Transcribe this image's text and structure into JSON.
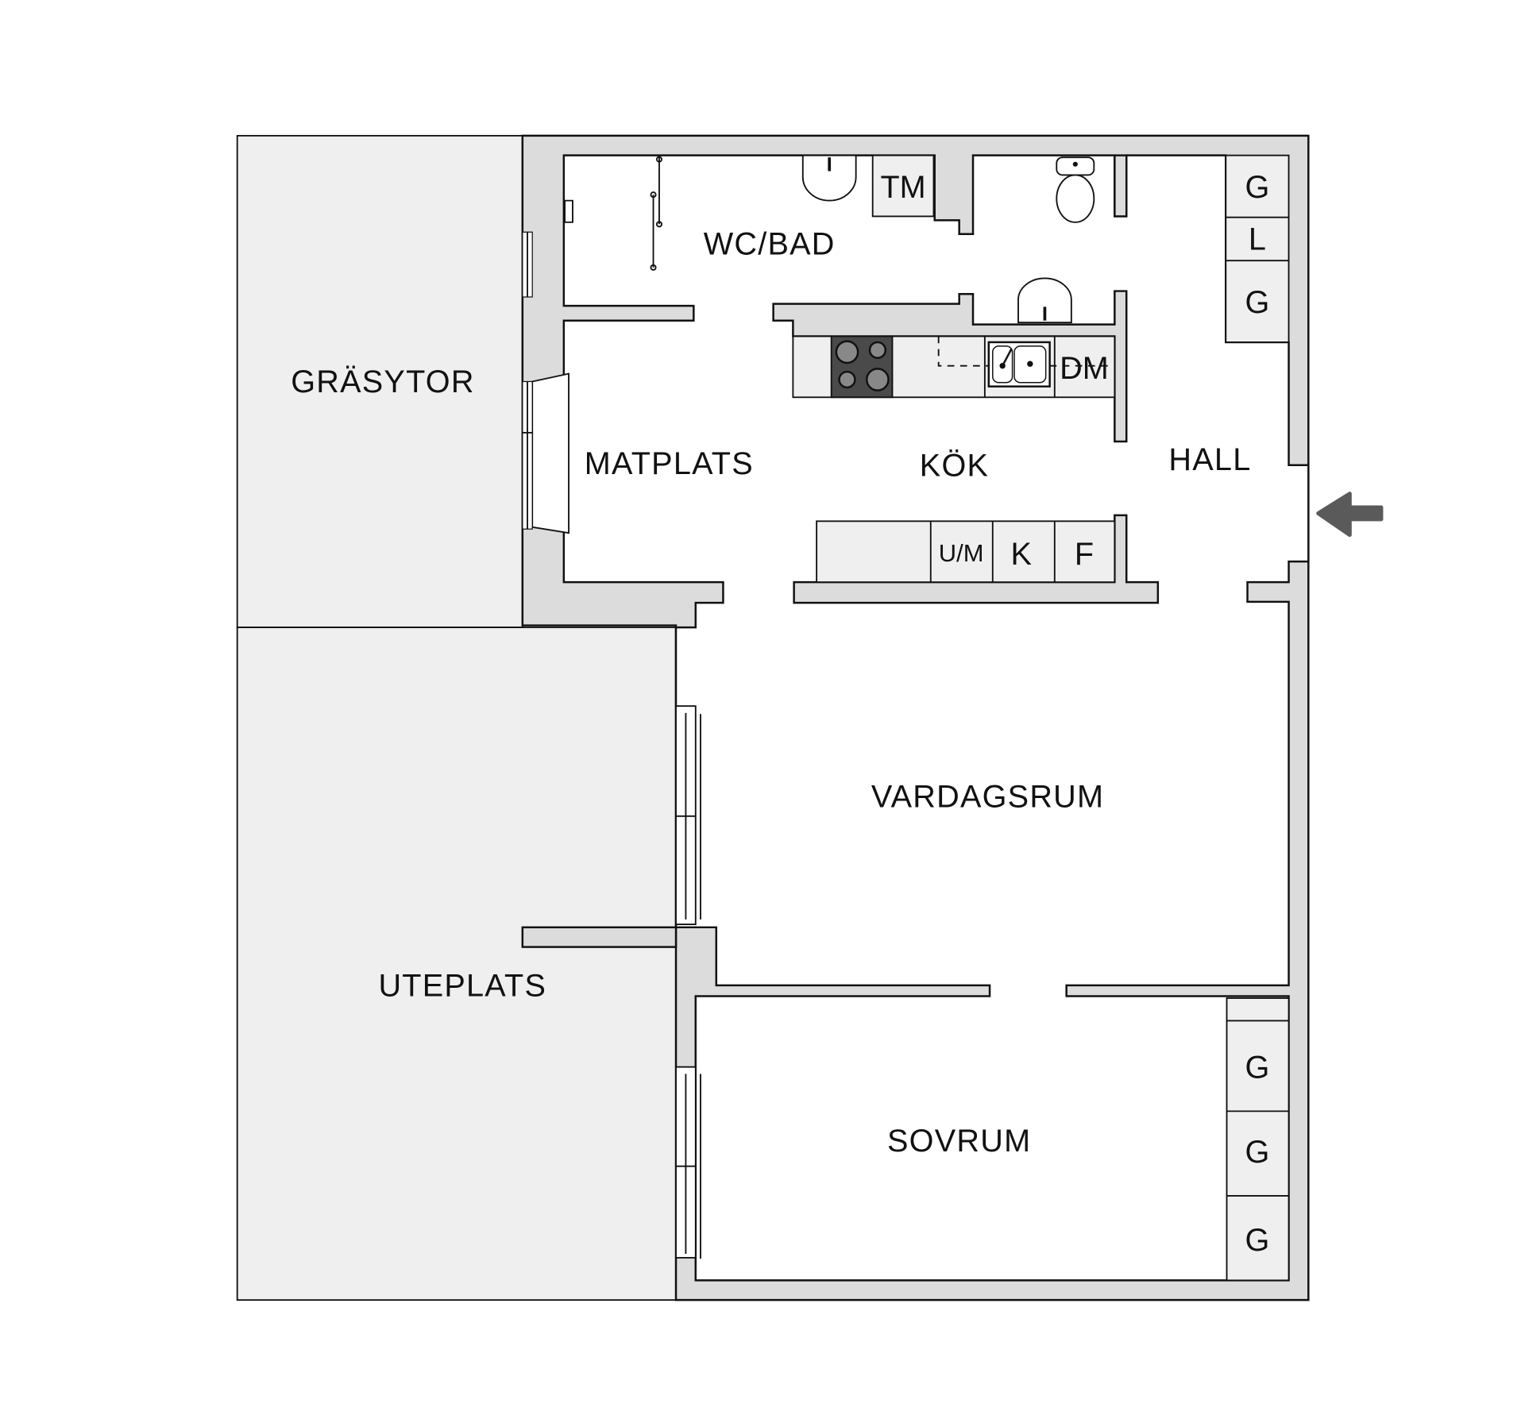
{
  "plan": {
    "rooms": {
      "grasytor": "GRÄSYTOR",
      "uteplats": "UTEPLATS",
      "wc_bad": "WC/BAD",
      "matplats": "MATPLATS",
      "kok": "KÖK",
      "hall": "HALL",
      "vardagsrum": "VARDAGSRUM",
      "sovrum": "SOVRUM"
    },
    "fixtures": {
      "tm": "TM",
      "dm": "DM",
      "um": "U/M",
      "k": "K",
      "f": "F",
      "hall_wardrobes": [
        "G",
        "L",
        "G"
      ],
      "bedroom_wardrobes": [
        "G",
        "G",
        "G"
      ]
    },
    "entrance_arrow_color": "#5a5a5a",
    "wall_color": "#dcdcdc",
    "outdoor_color": "#efefef",
    "stove_color": "#4a4a4a"
  }
}
